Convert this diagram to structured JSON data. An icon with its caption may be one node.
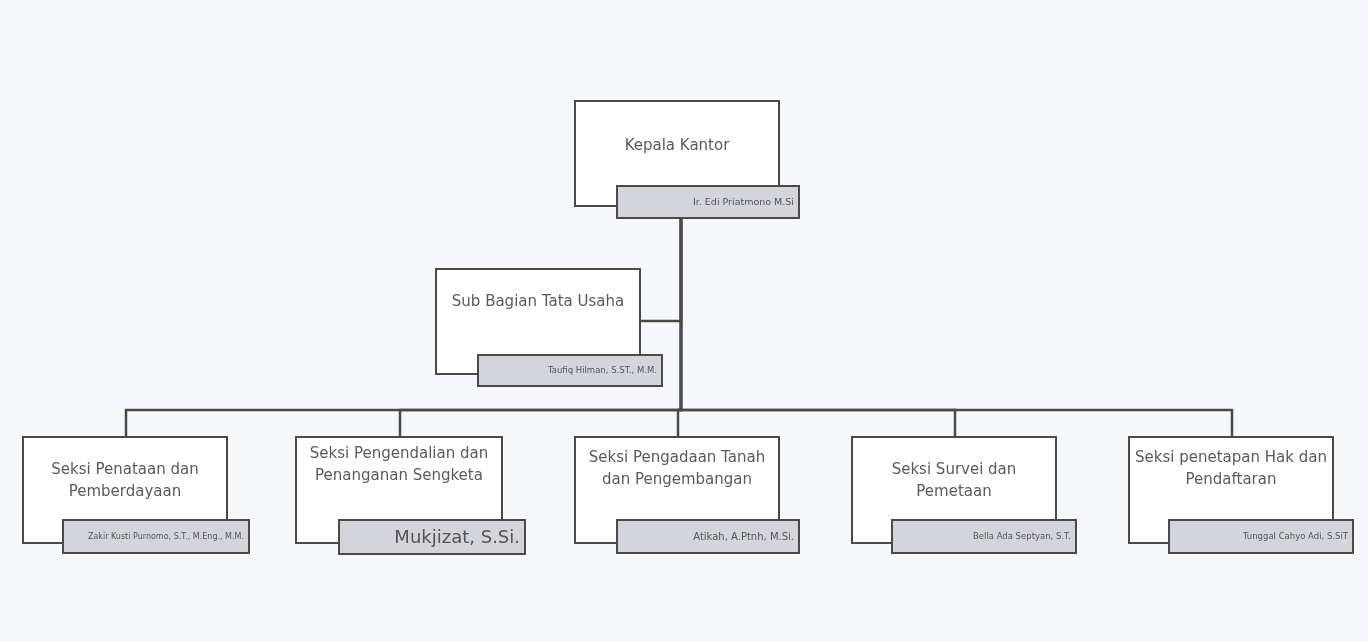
{
  "diagram": {
    "nodes": [
      {
        "text": [
          "Kepala Kantor",
          "Ir. Edi Priatmono M.Si"
        ]
      },
      {
        "text": [
          "Sub Bagian Tata Usaha",
          "Taufiq Hilman, S.ST., M.M."
        ]
      },
      {
        "text": [
          "Seksi Penataan dan Pemberdayaan",
          "Zakir Kusti Purnomo, S.T., M.Eng., M.M."
        ]
      },
      {
        "text": [
          "Seksi Pengendalian dan Penanganan Sengketa",
          "Mukjizat, S.Si."
        ]
      },
      {
        "text": [
          "Seksi Pengadaan Tanah dan Pengembangan",
          "Atikah, A.Ptnh, M.Si."
        ]
      },
      {
        "text": [
          "Seksi Survei dan Pemetaan",
          "Bella Ada Septyan, S.T."
        ]
      },
      {
        "text": [
          "Seksi penetapan Hak dan Pendaftaran",
          "Tunggal Cahyo Adi, S.SiT"
        ]
      }
    ],
    "edges": [
      {
        "from": 0,
        "to": 1,
        "arrow": "none"
      },
      {
        "from": 0,
        "to": 2,
        "arrow": "none"
      },
      {
        "from": 0,
        "to": 3,
        "arrow": "none"
      },
      {
        "from": 0,
        "to": 4,
        "arrow": "none"
      },
      {
        "from": 0,
        "to": 5,
        "arrow": "none"
      },
      {
        "from": 0,
        "to": 6,
        "arrow": "none"
      }
    ]
  }
}
